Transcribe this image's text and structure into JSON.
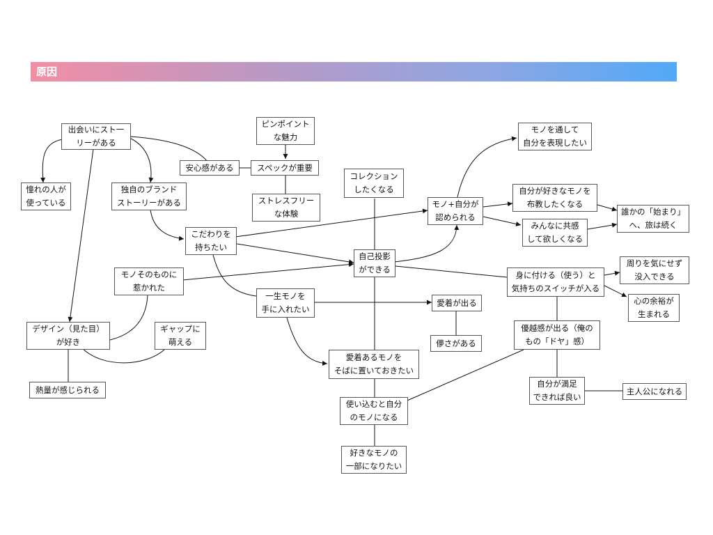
{
  "header": {
    "title": "原因",
    "colors": [
      "#f28ea4",
      "#52a9f8"
    ]
  },
  "nodes": {
    "deai": "出会いにスト一\nリーがある",
    "akogare": "憧れの人が\n使っている",
    "dokuji": "独自のブランド\nストーリーがある",
    "anshin": "安心感がある",
    "pinpoint": "ピンポイント\nな魅力",
    "spec": "スペックが重要",
    "stressfree": "ストレスフリー\nな体験",
    "collection": "コレクション\nしたくなる",
    "kodawari": "こだわりを\n持ちたい",
    "monosono": "モノそのものに\n惹かれた",
    "design": "デザイン（見た目）\nが好き",
    "gap": "ギャップに\n萌える",
    "netsuryo": "熱量が感じられる",
    "issho": "一生モノを\n手に入れたい",
    "jiko": "自己投影\nができる",
    "aichaku_deru": "愛着が出る",
    "hakanasa": "儚さがある",
    "aichaku_oku": "愛着あるモノを\nそばに置いておきたい",
    "tsukaikomu": "使い込むと自分\nのモノになる",
    "sukinamono": "好きなモノの\n一部になりたい",
    "mono_jibun": "モノ+自分が\n認められる",
    "mono_toshite": "モノを通して\n自分を表現したい",
    "fukyo": "自分が好きなモノを\n布教したくなる",
    "kyokan": "みんなに共感\nして欲しくなる",
    "hajimari": "誰かの「始まり」\nへ、旅は続く",
    "mini_tsukeru": "身に付ける（使う）と\n気持ちのスイッチが入る",
    "mawari": "周りを気にせず\n没入できる",
    "kokoro": "心の余裕が\n生まれる",
    "yuetsu": "優越感が出る（俺の\nもの「ドヤ」感）",
    "manzoku": "自分が満足\nできれば良い",
    "shujinko": "主人公になれる"
  }
}
